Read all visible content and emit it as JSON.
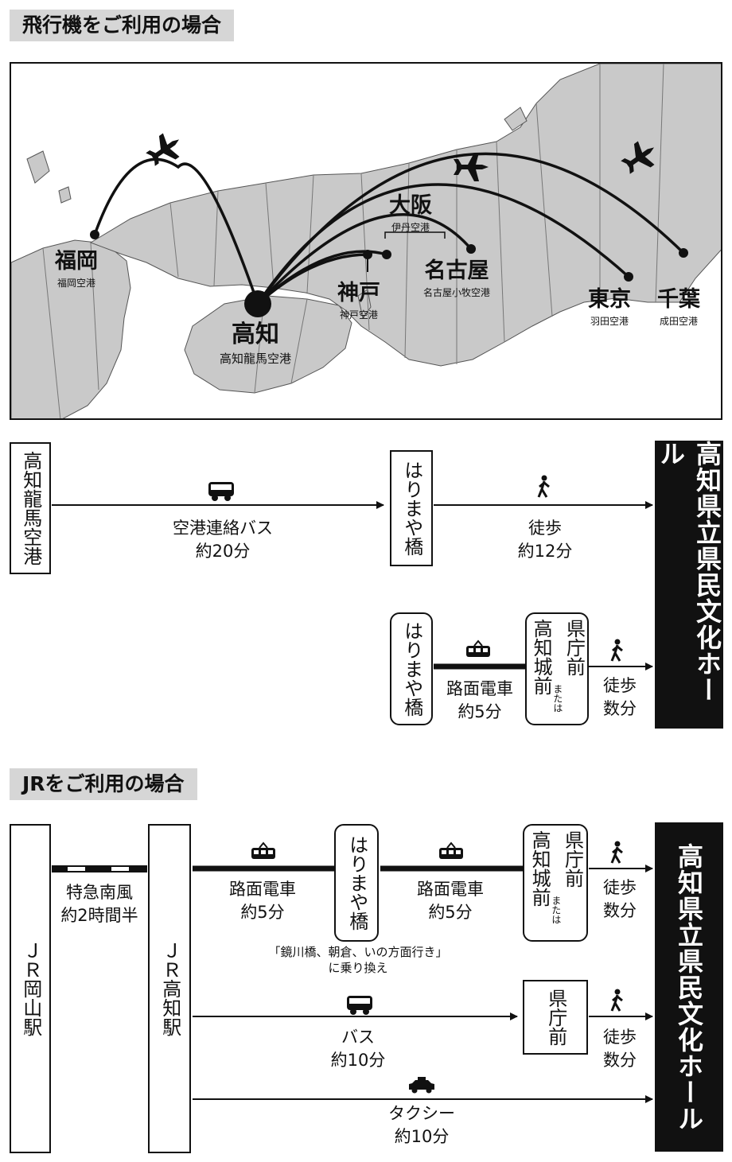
{
  "air_section": {
    "title": "飛行機をご利用の場合",
    "map": {
      "origin": {
        "city": "高知",
        "airport": "高知龍馬空港"
      },
      "destinations": [
        {
          "city": "福岡",
          "airport": "福岡空港"
        },
        {
          "city": "大阪",
          "airport": "伊丹空港"
        },
        {
          "city": "神戸",
          "airport": "神戸空港"
        },
        {
          "city": "名古屋",
          "airport": "名古屋小牧空港"
        },
        {
          "city": "東京",
          "airport": "羽田空港"
        },
        {
          "city": "千葉",
          "airport": "成田空港"
        }
      ]
    },
    "route1": {
      "start": "高知龍馬空港",
      "leg1": {
        "mode": "空港連絡バス",
        "time": "約20分",
        "icon": "bus-icon"
      },
      "stop": "はりまや橋",
      "leg2": {
        "mode": "徒歩",
        "time": "約12分",
        "icon": "walk-icon"
      }
    },
    "route2": {
      "start": "はりまや橋",
      "leg1": {
        "mode": "路面電車",
        "time": "約5分",
        "icon": "tram-icon"
      },
      "stop": {
        "a": "県庁前",
        "b": "高知城前",
        "or": "または"
      },
      "leg2": {
        "mode": "徒歩",
        "time": "数分",
        "icon": "walk-icon"
      }
    },
    "destination": "高知県立県民文化ホール"
  },
  "jr_section": {
    "title": "JRをご利用の場合",
    "start": "ＪＲ岡山駅",
    "express": {
      "mode": "特急南風",
      "time": "約2時間半"
    },
    "hub": "ＪＲ高知駅",
    "tram_route": {
      "leg1": {
        "mode": "路面電車",
        "time": "約5分"
      },
      "transfer_stop": "はりまや橋",
      "transfer_note": [
        "「鏡川橋、朝倉、いの方面行き」",
        "に乗り換え"
      ],
      "leg2": {
        "mode": "路面電車",
        "time": "約5分"
      },
      "stop": {
        "a": "県庁前",
        "b": "高知城前",
        "or": "または"
      },
      "walk": {
        "mode": "徒歩",
        "time": "数分"
      }
    },
    "bus_route": {
      "mode": "バス",
      "time": "約10分",
      "stop": "県庁前",
      "walk": {
        "mode": "徒歩",
        "time": "数分"
      }
    },
    "taxi_route": {
      "mode": "タクシー",
      "time": "約10分"
    },
    "destination": "高知県立県民文化ホール"
  }
}
